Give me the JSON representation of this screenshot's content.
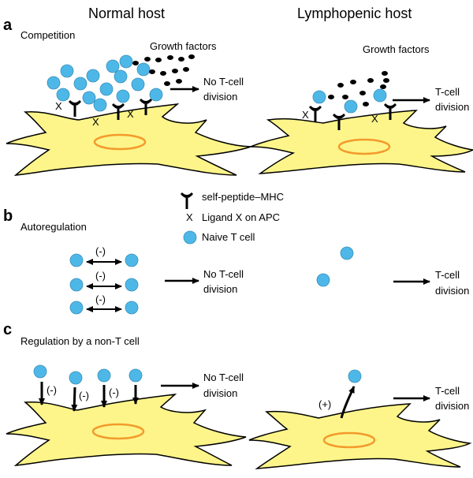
{
  "headers": {
    "normal": "Normal host",
    "lymphopenic": "Lymphopenic host"
  },
  "panel_a": {
    "letter": "a",
    "title": "Competition",
    "growth_factors_left": "Growth factors",
    "growth_factors_right": "Growth factors",
    "outcome_left": [
      "No T-cell",
      "division"
    ],
    "outcome_right": [
      "T-cell",
      "division"
    ]
  },
  "legend": {
    "self_peptide": "self-peptide–MHC",
    "ligand_symbol": "X",
    "ligand": "Ligand X on  APC",
    "naive": "Naive T cell"
  },
  "panel_b": {
    "letter": "b",
    "title": "Autoregulation",
    "minus": "(-)",
    "outcome_left": [
      "No T-cell",
      "division"
    ],
    "outcome_right": [
      "T-cell",
      "division"
    ]
  },
  "panel_c": {
    "letter": "c",
    "title": "Regulation by a non-T cell",
    "minus": "(-)",
    "plus": "(+)",
    "outcome_left": [
      "No T-cell",
      "division"
    ],
    "outcome_right": [
      "T-cell",
      "division"
    ]
  },
  "colors": {
    "tcell": "#4db8e8",
    "apc_fill": "#fdf58a",
    "apc_stroke": "#000000",
    "nucleus": "#f39a2c",
    "growth_factor": "#000000"
  }
}
